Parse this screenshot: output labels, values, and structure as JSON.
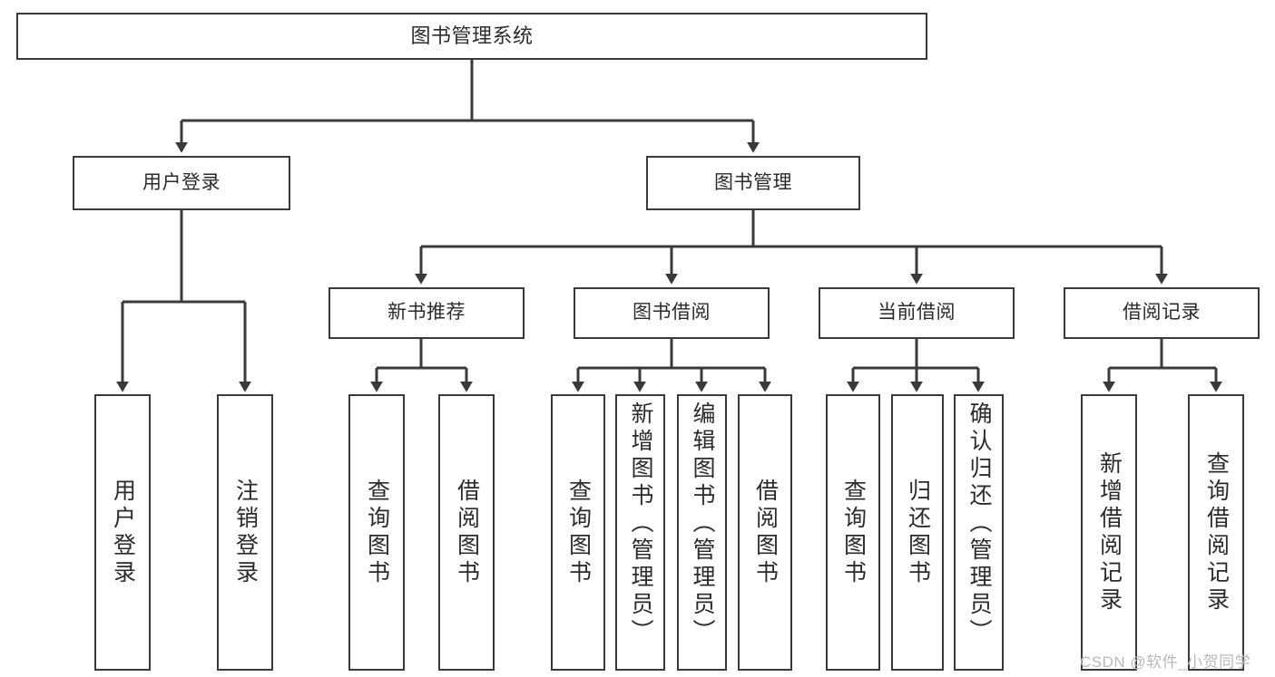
{
  "diagram": {
    "title": "图书管理系统",
    "type": "hierarchy-tree",
    "root": {
      "label": "图书管理系统"
    },
    "level2": [
      {
        "label": "用户登录"
      },
      {
        "label": "图书管理"
      }
    ],
    "level3": [
      {
        "label": "新书推荐"
      },
      {
        "label": "图书借阅"
      },
      {
        "label": "当前借阅"
      },
      {
        "label": "借阅记录"
      }
    ],
    "leaves": [
      {
        "label": "用户登录",
        "parent": "用户登录"
      },
      {
        "label": "注销登录",
        "parent": "用户登录"
      },
      {
        "label": "查询图书",
        "parent": "新书推荐"
      },
      {
        "label": "借阅图书",
        "parent": "新书推荐"
      },
      {
        "label": "查询图书",
        "parent": "图书借阅"
      },
      {
        "label": "新增图书（管理员）",
        "parent": "图书借阅"
      },
      {
        "label": "编辑图书（管理员）",
        "parent": "图书借阅"
      },
      {
        "label": "借阅图书",
        "parent": "图书借阅"
      },
      {
        "label": "查询图书",
        "parent": "当前借阅"
      },
      {
        "label": "归还图书",
        "parent": "当前借阅"
      },
      {
        "label": "确认归还（管理员）",
        "parent": "当前借阅"
      },
      {
        "label": "新增借阅记录",
        "parent": "借阅记录"
      },
      {
        "label": "查询借阅记录",
        "parent": "借阅记录"
      }
    ]
  },
  "watermark": {
    "text": "CSDN @软件_小贺同学"
  },
  "colors": {
    "stroke": "#3a3a3a",
    "text": "#2b2b2b",
    "background": "#ffffff",
    "watermark": "#b9b9b9"
  }
}
